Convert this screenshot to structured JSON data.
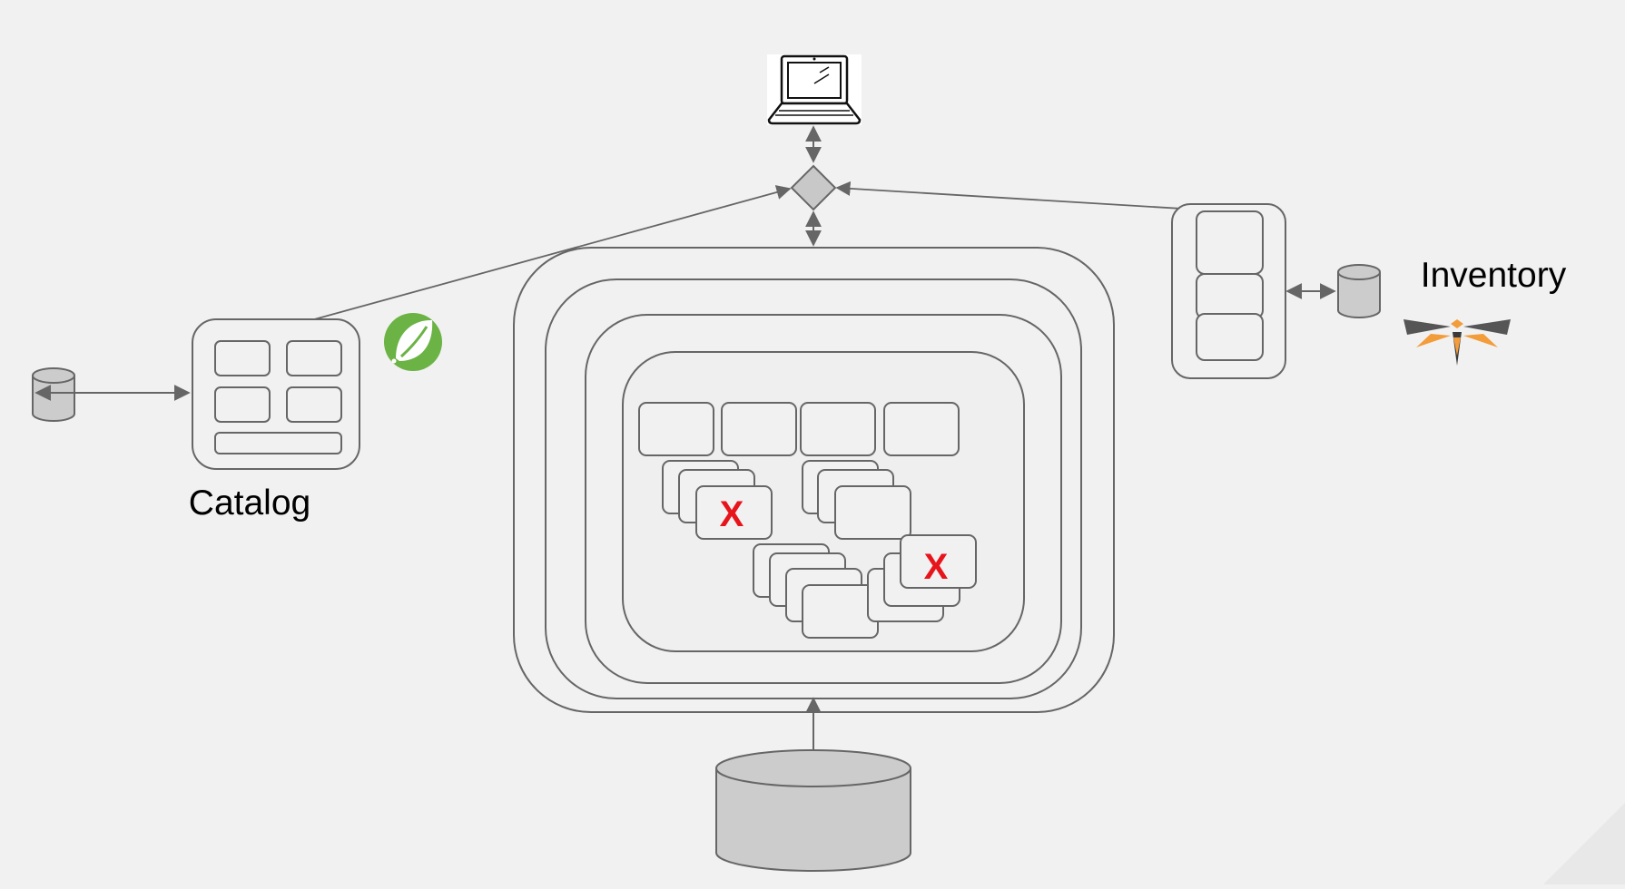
{
  "labels": {
    "catalog": "Catalog",
    "inventory": "Inventory",
    "failure_mark_1": "X",
    "failure_mark_2": "X"
  },
  "icons": {
    "client": "laptop-icon",
    "gateway": "diamond-router-icon",
    "catalog_framework": "spring-leaf-logo",
    "inventory_framework": "wildfly-logo",
    "database": "database-cylinder-icon"
  },
  "colors": {
    "background": "#f1f1f1",
    "stroke": "#666666",
    "db_fill": "#cccccc",
    "failure": "#e8141b",
    "spring_green": "#6ab344",
    "wildfly_orange": "#f39c3a"
  }
}
